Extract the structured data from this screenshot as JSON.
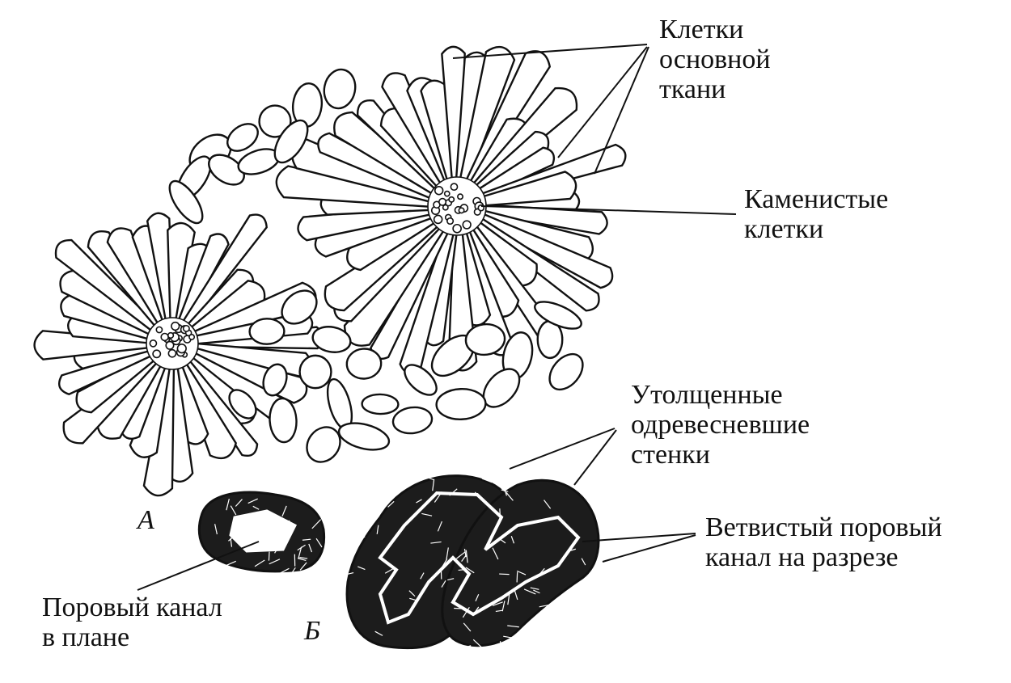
{
  "labels": {
    "ground_tissue": "Клетки\nосновной\nткани",
    "stone_cells": "Каменистые\nклетки",
    "thickened_walls": "Утолщенные\nодревесневшие\nстенки",
    "branched_canal": "Ветвистый поровый\nканал на разрезе",
    "pore_canal_plan": "Поровый канал\nв плане"
  },
  "panels": {
    "a": "А",
    "b": "Б"
  },
  "colors": {
    "ink": "#111111",
    "background": "#ffffff"
  }
}
